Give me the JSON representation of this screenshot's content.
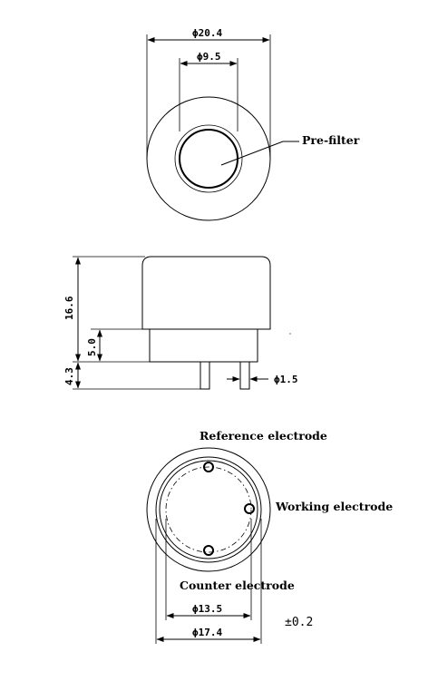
{
  "top_view": {
    "outer_diameter": "ϕ20.4",
    "inner_diameter": "ϕ9.5",
    "prefilter_label": "Pre-filter"
  },
  "side_view": {
    "total_height": "16.6",
    "base_height": "5.0",
    "pin_length": "4.3",
    "pin_diameter": "ϕ1.5"
  },
  "bottom_view": {
    "reference_label": "Reference electrode",
    "working_label": "Working electrode",
    "counter_label": "Counter electrode",
    "pin_circle_diameter": "ϕ13.5",
    "body_diameter": "ϕ17.4",
    "tolerance": "±0.2"
  }
}
